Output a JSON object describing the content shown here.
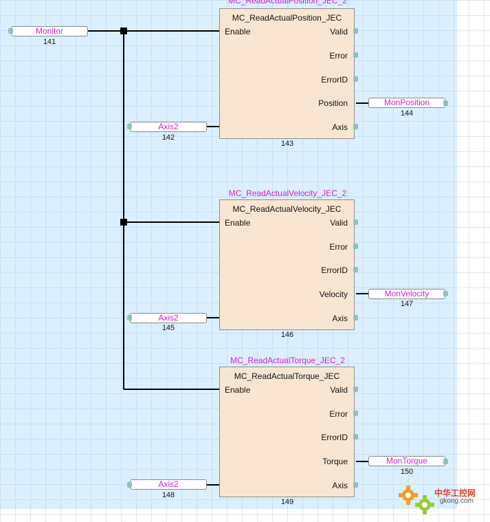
{
  "blocks": [
    {
      "instance": "MC_ReadActualPosition_JEC_2",
      "type": "MC_ReadActualPosition_JEC",
      "id": "143",
      "inputs": [
        "Enable",
        "Axis"
      ],
      "outputs": [
        "Valid",
        "Error",
        "ErrorID",
        "Position"
      ]
    },
    {
      "instance": "MC_ReadActualVelocity_JEC_2",
      "type": "MC_ReadActualVelocity_JEC",
      "id": "146",
      "inputs": [
        "Enable",
        "Axis"
      ],
      "outputs": [
        "Valid",
        "Error",
        "ErrorID",
        "Velocity"
      ]
    },
    {
      "instance": "MC_ReadActualTorque_JEC_2",
      "type": "MC_ReadActualTorque_JEC",
      "id": "149",
      "inputs": [
        "Enable",
        "Axis"
      ],
      "outputs": [
        "Valid",
        "Error",
        "ErrorID",
        "Torque"
      ]
    }
  ],
  "variables": {
    "monitor": {
      "name": "Monitor",
      "id": "141"
    },
    "axis_1": {
      "name": "Axis2",
      "id": "142"
    },
    "out_1": {
      "name": "MonPosition",
      "id": "144"
    },
    "axis_2": {
      "name": "Axis2",
      "id": "145"
    },
    "out_2": {
      "name": "MonVelocity",
      "id": "147"
    },
    "axis_3": {
      "name": "Axis2",
      "id": "148"
    },
    "out_3": {
      "name": "MonTorque",
      "id": "150"
    }
  },
  "watermark": {
    "text": "中华工控网",
    "url": "gkong.com"
  },
  "colors": {
    "block_fill": "#f9e6d2",
    "variable_text": "#d21fd2",
    "canvas": "#dcefff"
  }
}
